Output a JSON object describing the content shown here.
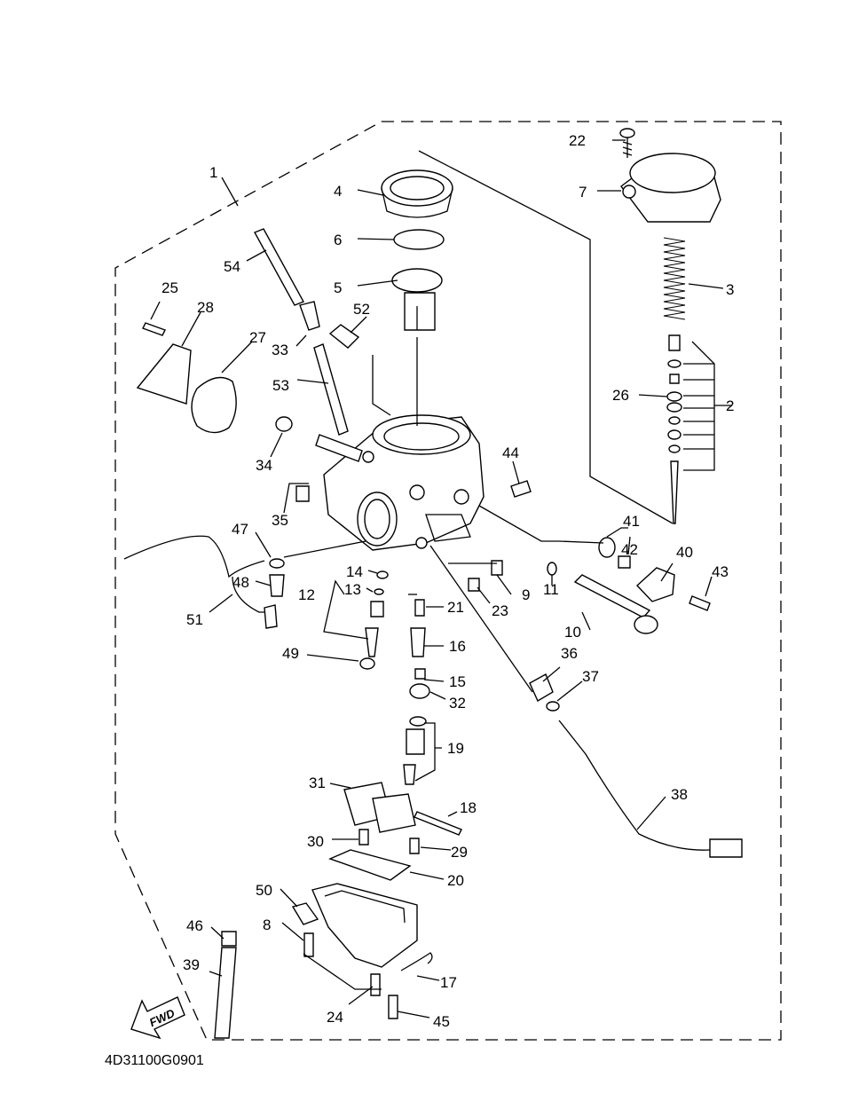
{
  "diagram": {
    "code": "4D31100G0901",
    "fwd_label": "FWD",
    "callouts": [
      "1",
      "2",
      "3",
      "4",
      "5",
      "6",
      "7",
      "8",
      "9",
      "10",
      "11",
      "12",
      "13",
      "14",
      "15",
      "16",
      "17",
      "18",
      "19",
      "20",
      "21",
      "22",
      "23",
      "24",
      "25",
      "26",
      "27",
      "28",
      "29",
      "30",
      "31",
      "32",
      "33",
      "34",
      "35",
      "36",
      "37",
      "38",
      "39",
      "40",
      "41",
      "42",
      "43",
      "44",
      "45",
      "46",
      "47",
      "48",
      "49",
      "50",
      "51",
      "52",
      "53",
      "54"
    ]
  }
}
